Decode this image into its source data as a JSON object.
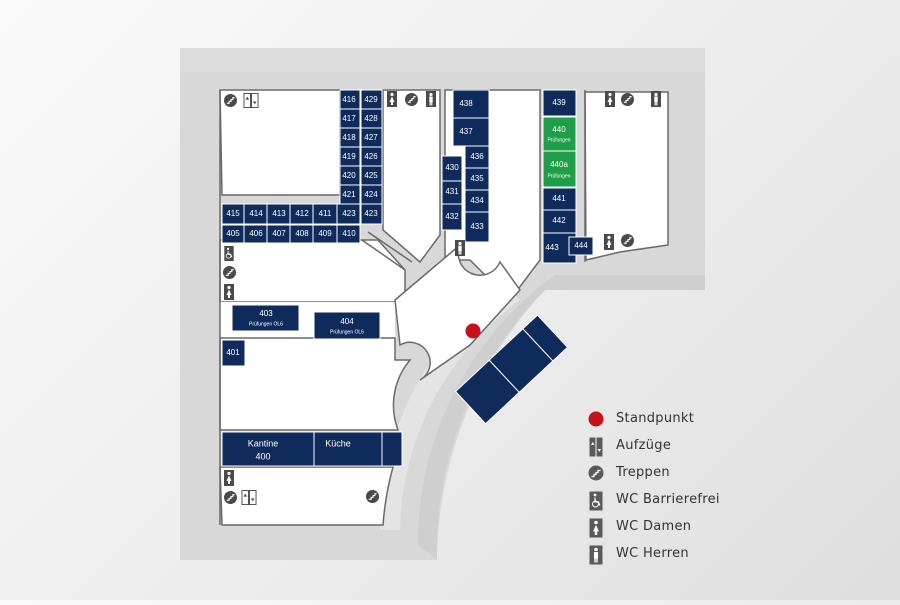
{
  "map": {
    "rooms": [
      {
        "id": "416",
        "label": "416"
      },
      {
        "id": "417",
        "label": "417"
      },
      {
        "id": "418",
        "label": "418"
      },
      {
        "id": "419",
        "label": "419"
      },
      {
        "id": "420",
        "label": "420"
      },
      {
        "id": "421",
        "label": "421"
      },
      {
        "id": "429",
        "label": "429"
      },
      {
        "id": "428",
        "label": "428"
      },
      {
        "id": "427",
        "label": "427"
      },
      {
        "id": "426",
        "label": "426"
      },
      {
        "id": "425",
        "label": "425"
      },
      {
        "id": "424",
        "label": "424"
      },
      {
        "id": "423a",
        "label": "423"
      },
      {
        "id": "423b",
        "label": "423"
      },
      {
        "id": "415",
        "label": "415"
      },
      {
        "id": "414",
        "label": "414"
      },
      {
        "id": "413",
        "label": "413"
      },
      {
        "id": "412",
        "label": "412"
      },
      {
        "id": "411",
        "label": "411"
      },
      {
        "id": "405",
        "label": "405"
      },
      {
        "id": "406",
        "label": "406"
      },
      {
        "id": "407",
        "label": "407"
      },
      {
        "id": "408",
        "label": "408"
      },
      {
        "id": "409",
        "label": "409"
      },
      {
        "id": "410",
        "label": "410"
      },
      {
        "id": "438",
        "label": "438"
      },
      {
        "id": "437",
        "label": "437"
      },
      {
        "id": "436",
        "label": "436"
      },
      {
        "id": "435",
        "label": "435"
      },
      {
        "id": "434",
        "label": "434"
      },
      {
        "id": "433",
        "label": "433"
      },
      {
        "id": "430",
        "label": "430"
      },
      {
        "id": "431",
        "label": "431"
      },
      {
        "id": "432",
        "label": "432"
      },
      {
        "id": "439",
        "label": "439"
      },
      {
        "id": "440",
        "label": "440",
        "sub": "Prüfungen",
        "highlight": true
      },
      {
        "id": "440a",
        "label": "440a",
        "sub": "Prüfungen",
        "highlight": true
      },
      {
        "id": "441",
        "label": "441"
      },
      {
        "id": "442",
        "label": "442"
      },
      {
        "id": "443",
        "label": "443"
      },
      {
        "id": "444",
        "label": "444"
      },
      {
        "id": "403",
        "label": "403",
        "sub": "Prüfungen OL6"
      },
      {
        "id": "404",
        "label": "404",
        "sub": "Prüfungen OL6"
      },
      {
        "id": "401",
        "label": "401"
      },
      {
        "id": "400",
        "label": "Kantine",
        "sub": "400"
      },
      {
        "id": "kueche",
        "label": "Küche"
      }
    ],
    "colors": {
      "room": "#0f2b5c",
      "highlight": "#1e9e48",
      "floor": "#ffffff",
      "wall": "#6a6a6a",
      "outer": "#d7d7d7",
      "icon": "#4a4a4a",
      "marker": "#c8101a"
    }
  },
  "legend": {
    "items": [
      {
        "icon": "location-dot-icon",
        "label": "Standpunkt"
      },
      {
        "icon": "elevator-icon",
        "label": "Aufzüge"
      },
      {
        "icon": "stairs-icon",
        "label": "Treppen"
      },
      {
        "icon": "wheelchair-icon",
        "label": "WC Barrierefrei"
      },
      {
        "icon": "female-icon",
        "label": "WC Damen"
      },
      {
        "icon": "male-icon",
        "label": "WC Herren"
      }
    ]
  }
}
